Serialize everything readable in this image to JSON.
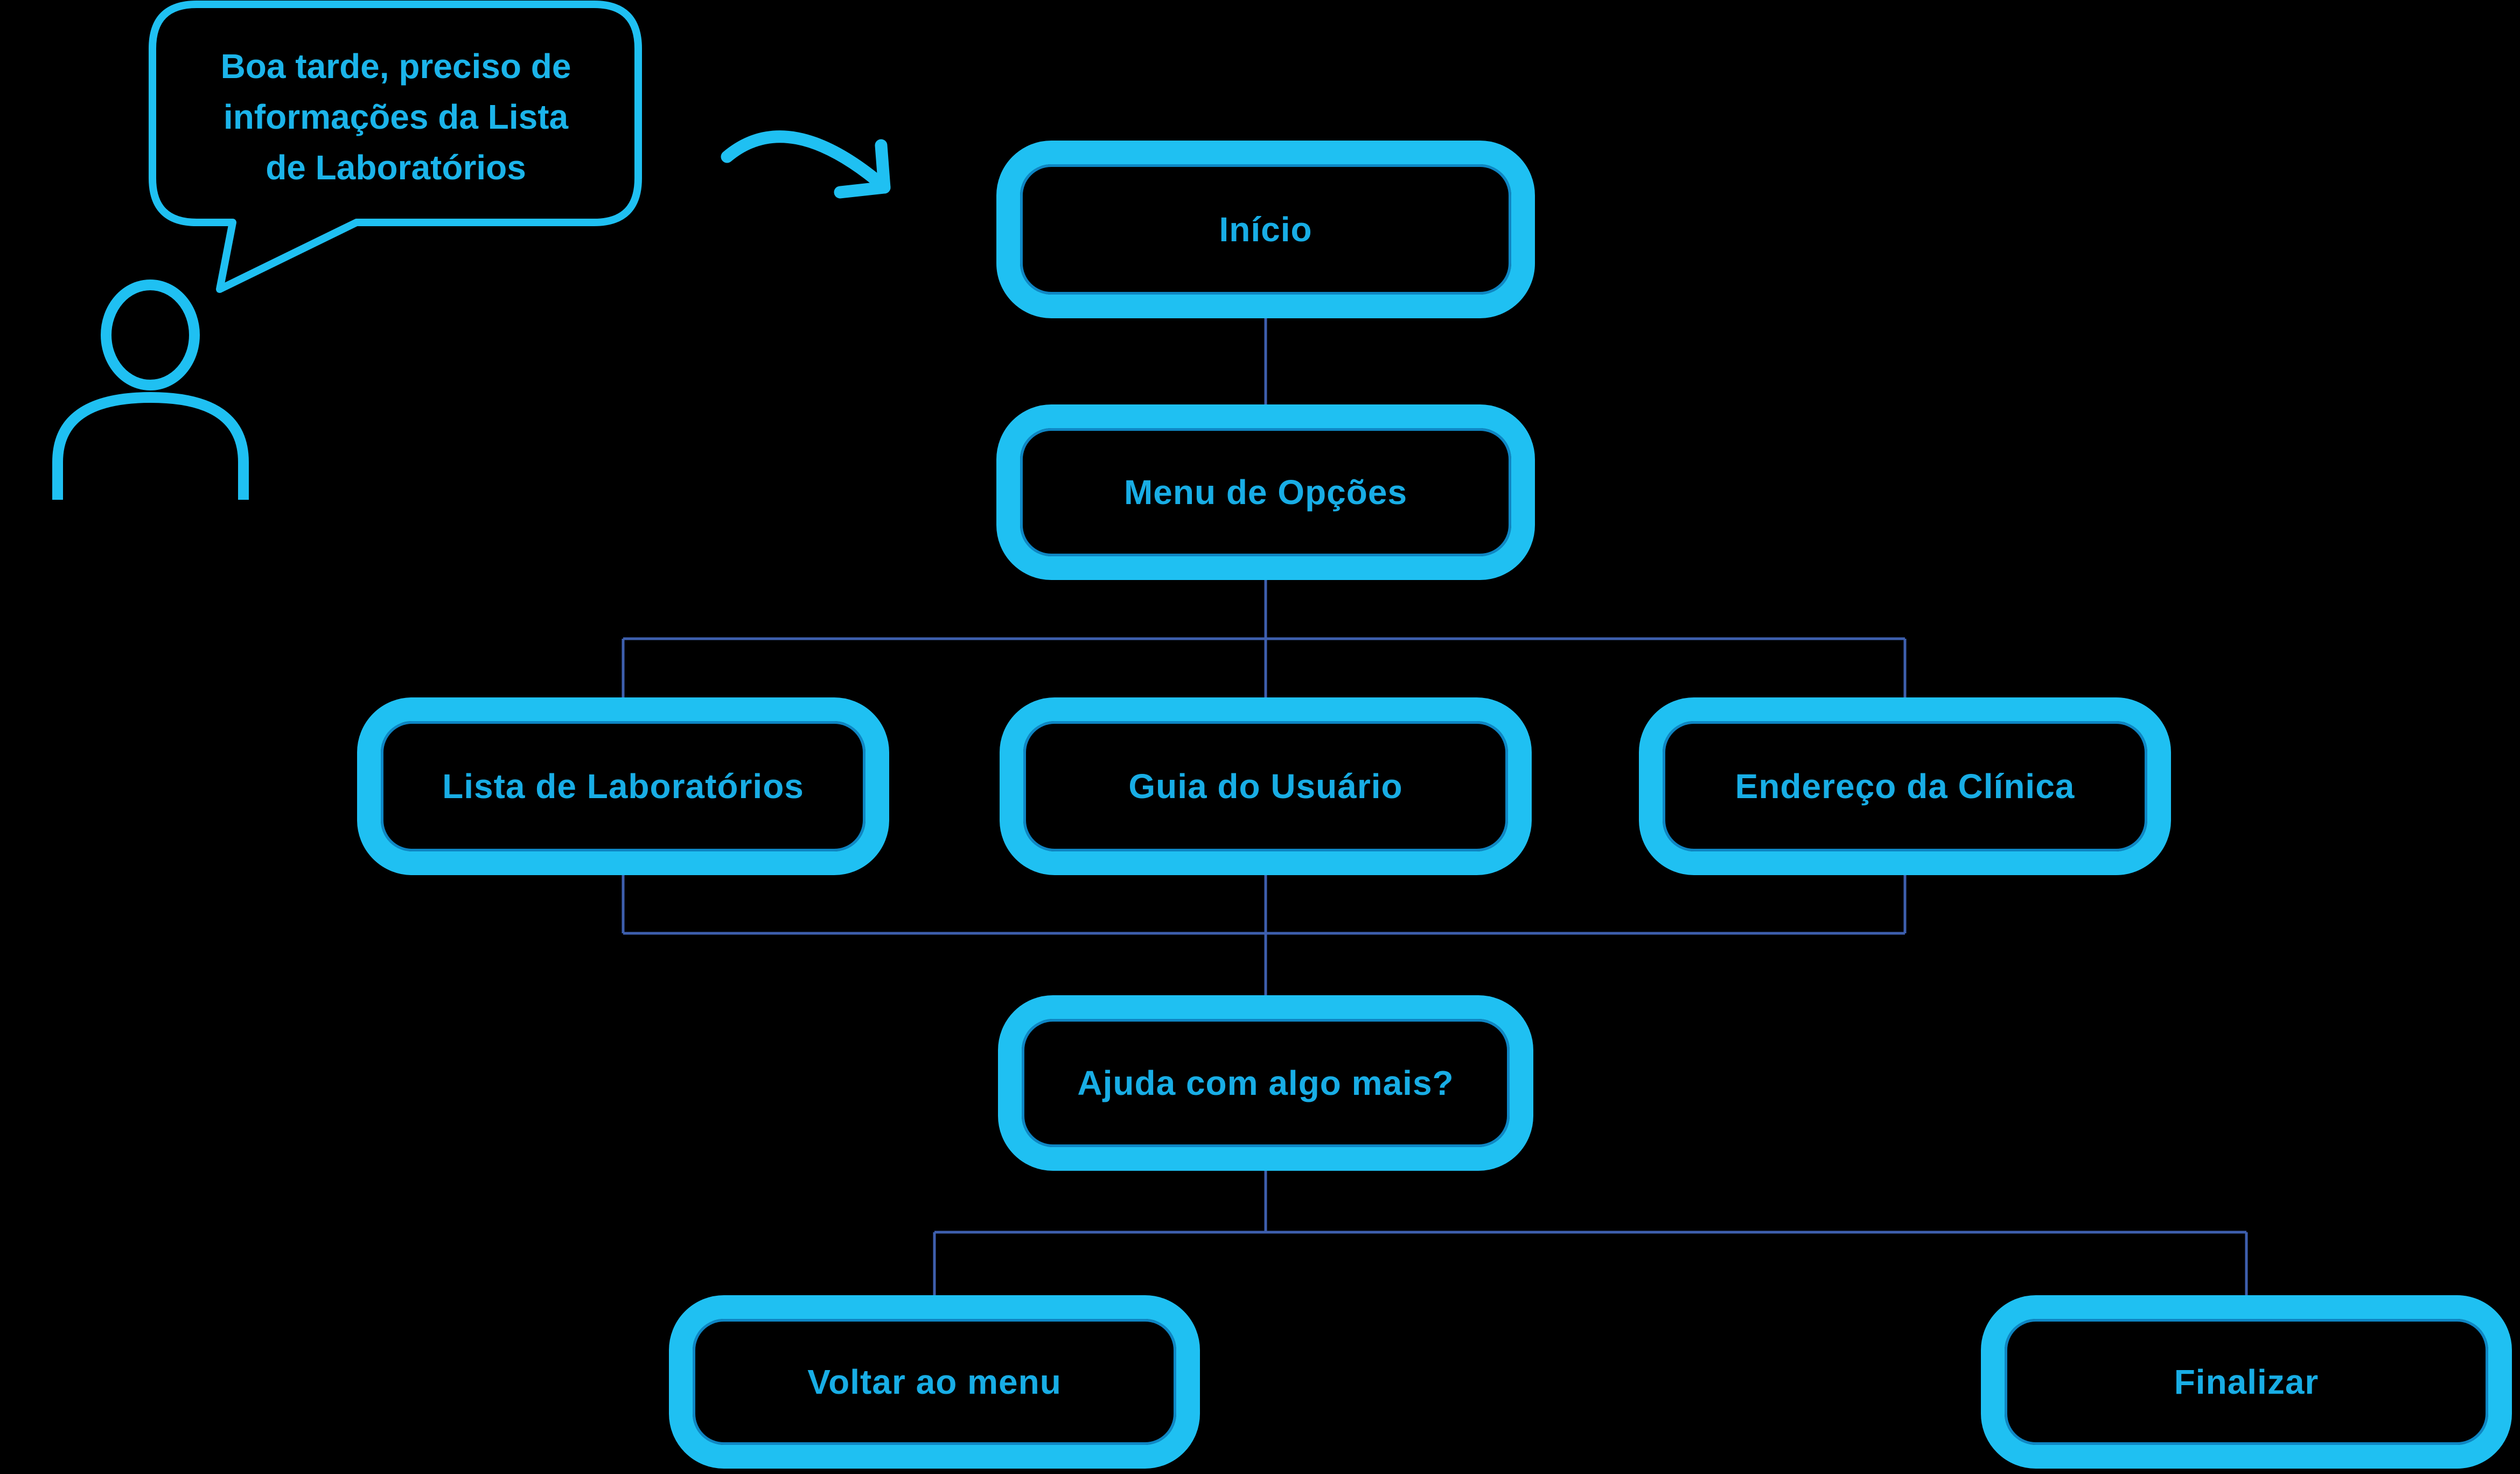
{
  "colors": {
    "background": "#000000",
    "accent_cyan": "#1FC0F2",
    "node_text_cyan": "#18ADE5",
    "connector_blue": "#3E5FAE"
  },
  "speech_bubble": {
    "text": "Boa tarde, preciso de informações da Lista de Laboratórios",
    "lines": [
      "Boa tarde, preciso de",
      "informações da Lista",
      "de Laboratórios"
    ]
  },
  "icons": {
    "person": "person-outline",
    "arrow": "curved-arrow-pointing-down-right",
    "bubble": "speech-bubble-with-tail"
  },
  "nodes": [
    {
      "id": "inicio",
      "label": "Início"
    },
    {
      "id": "menu",
      "label": "Menu de Opções"
    },
    {
      "id": "lista",
      "label": "Lista de Laboratórios"
    },
    {
      "id": "guia",
      "label": "Guia do Usuário"
    },
    {
      "id": "endereco",
      "label": "Endereço da Clínica"
    },
    {
      "id": "ajuda",
      "label": "Ajuda com algo mais?"
    },
    {
      "id": "voltar",
      "label": "Voltar ao menu"
    },
    {
      "id": "finalizar",
      "label": "Finalizar"
    }
  ]
}
